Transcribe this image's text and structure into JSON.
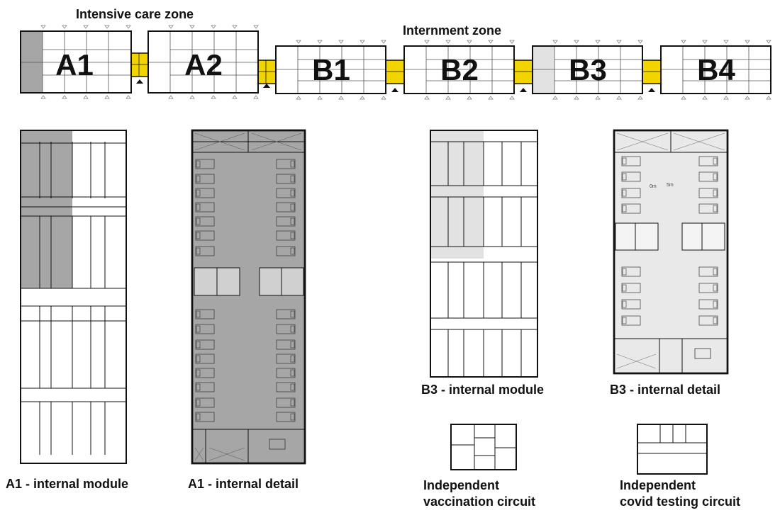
{
  "zones": {
    "intensive_care": "Intensive care zone",
    "internment": "Internment zone"
  },
  "modules": [
    {
      "id": "a1",
      "label": "A1"
    },
    {
      "id": "a2",
      "label": "A2"
    },
    {
      "id": "b1",
      "label": "B1"
    },
    {
      "id": "b2",
      "label": "B2"
    },
    {
      "id": "b3",
      "label": "B3"
    },
    {
      "id": "b4",
      "label": "B4"
    }
  ],
  "captions": {
    "a1_module": "A1 - internal module",
    "a1_detail": "A1 - internal detail",
    "b3_module": "B3 - internal module",
    "b3_detail": "B3 - internal detail",
    "vaccination_line1": "Independent",
    "vaccination_line2": "vaccination circuit",
    "testing_line1": "Independent",
    "testing_line2": "covid testing circuit"
  },
  "scale": {
    "start": "0m",
    "end": "5m"
  },
  "colors": {
    "corridor": "#f2d500",
    "intensive_fill": "#a6a6a6",
    "internment_fill": "#e2e2e2",
    "line": "#111111"
  }
}
